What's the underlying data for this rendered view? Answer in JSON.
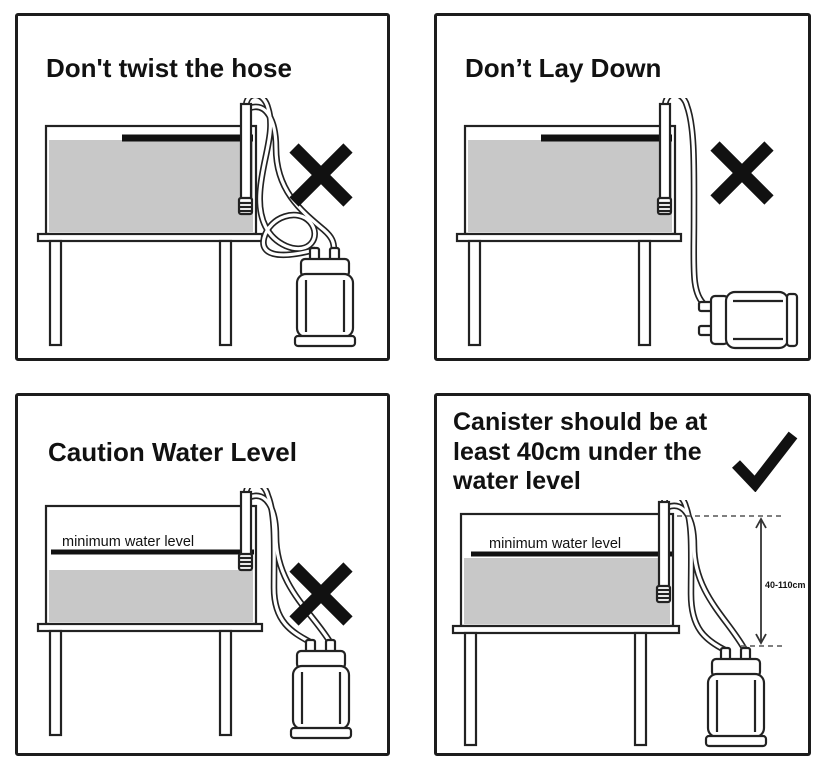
{
  "sheet": {
    "background_color": "#ffffff",
    "border_color": "#1c1c1c",
    "water_color": "#c8c8c8",
    "mark_color": "#111111"
  },
  "panels": {
    "twist": {
      "title": "Don't twist the hose",
      "mark_icon": "x-mark"
    },
    "lay_down": {
      "title": "Don’t Lay Down",
      "mark_icon": "x-mark"
    },
    "water_level": {
      "title": "Caution Water Level",
      "water_label": "minimum water level",
      "mark_icon": "x-mark"
    },
    "depth": {
      "title": "Canister should be at least 40cm under the water level",
      "water_label": "minimum water level",
      "range_label": "40-110cm",
      "mark_icon": "check-mark"
    }
  }
}
